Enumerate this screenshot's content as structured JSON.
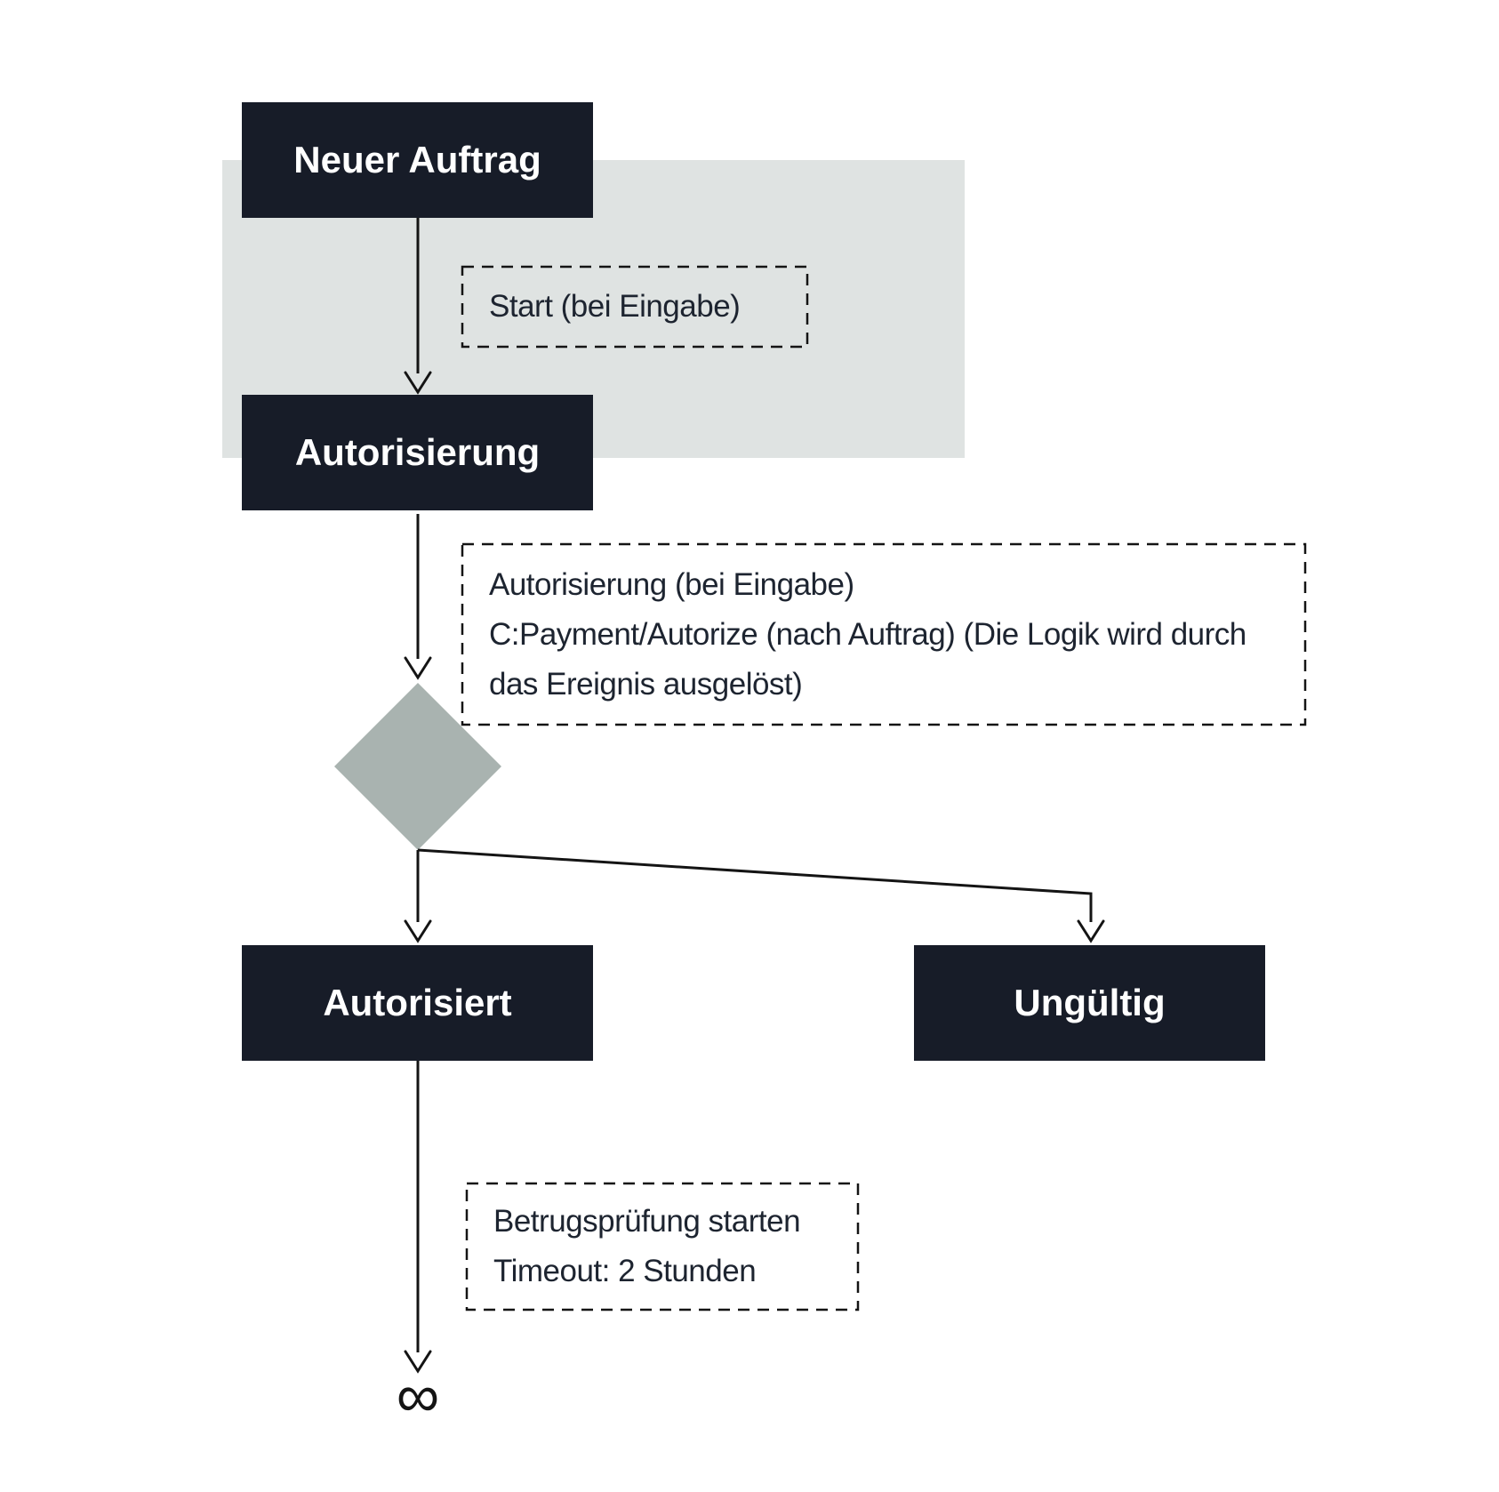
{
  "diagram": {
    "title_hint": "payment-authorization-flowchart",
    "nodes": [
      {
        "id": "neuer-auftrag",
        "label": "Neuer Auftrag"
      },
      {
        "id": "autorisierung",
        "label": "Autorisierung"
      },
      {
        "id": "autorisiert",
        "label": "Autorisiert"
      },
      {
        "id": "ungueltig",
        "label": "Ungültig"
      }
    ],
    "annotations": [
      {
        "id": "start-note",
        "lines": [
          "Start (bei Eingabe)"
        ]
      },
      {
        "id": "autorisierung-note",
        "lines": [
          "Autorisierung (bei Eingabe)",
          "C:Payment/Autorize (nach Auftrag) (Die Logik wird durch",
          "das Ereignis ausgelöst)"
        ]
      },
      {
        "id": "betrugspruefung-note",
        "lines": [
          "Betrugsprüfung starten",
          "Timeout: 2 Stunden"
        ]
      }
    ],
    "terminal": {
      "symbol": "∞"
    },
    "colors": {
      "node_bg": "#171C28",
      "node_text": "#FFFFFF",
      "highlight_bg": "#DFE3E2",
      "diamond": "#A9B3B0",
      "line": "#141414",
      "annotation_text": "#1D2430",
      "canvas": "#FFFFFF"
    }
  }
}
